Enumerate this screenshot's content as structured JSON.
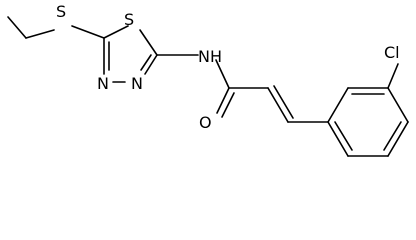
{
  "molecule": {
    "atoms": {
      "s_thioether": "S",
      "s_ring": "S",
      "n_left": "N",
      "n_right": "N",
      "nh": "NH",
      "o": "O",
      "cl": "Cl"
    }
  }
}
